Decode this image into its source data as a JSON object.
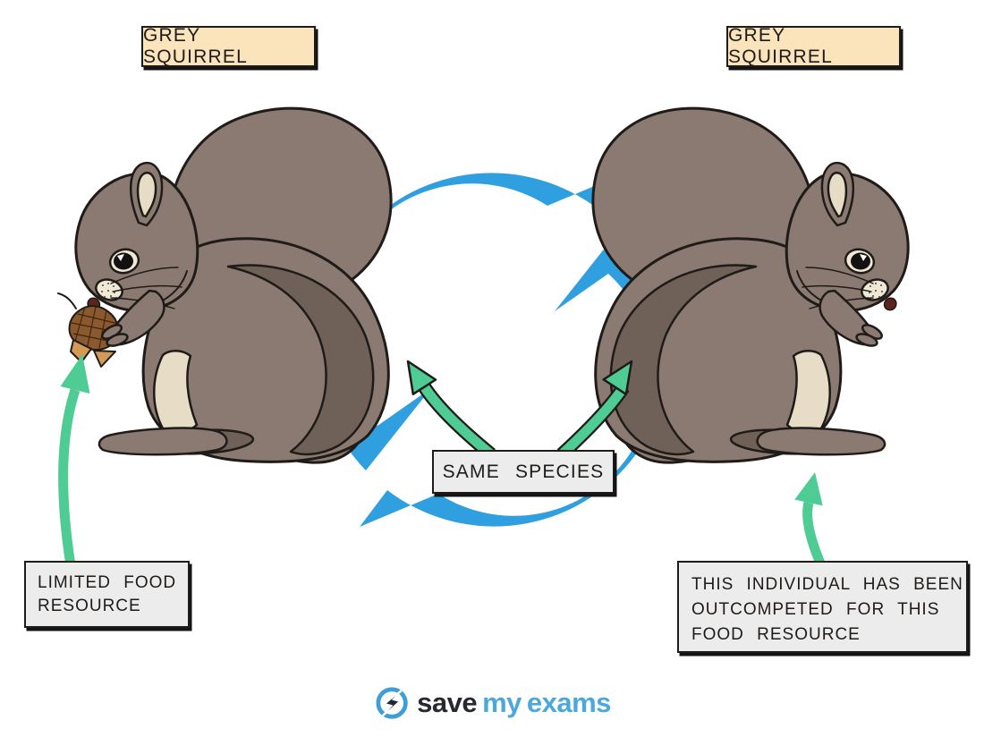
{
  "boxes": {
    "left_title": "GREY SQUIRREL",
    "right_title": "GREY SQUIRREL",
    "same_species": "SAME SPECIES",
    "limited_food": {
      "line1": "LIMITED FOOD",
      "line2": "RESOURCE"
    },
    "outcompeted": {
      "line1": "THIS INDIVIDUAL HAS BEEN",
      "line2": "OUTCOMPETED FOR THIS",
      "line3": "FOOD RESOURCE"
    }
  },
  "logo": {
    "save": "save",
    "my": "my",
    "exams": "exams"
  },
  "icons": {
    "cycle": "cycle-arrows-icon",
    "acorn": "acorn-icon",
    "left_arrow": "limited-food-arrow-icon",
    "right_arrow": "outcompeted-arrow-icon",
    "same_species_left_arrow": "same-species-arrow-left-icon",
    "same_species_right_arrow": "same-species-arrow-right-icon",
    "logo_bolt": "lightning-bolt-icon"
  },
  "colors": {
    "blue": "#309FE0",
    "green": "#4ECC94",
    "outline": "#1F1B18",
    "cream_box": "#FBE3BC",
    "grey_box": "#ECECEC",
    "squirrel_body": "#8A7A71",
    "squirrel_shadow": "#6F6058",
    "squirrel_belly": "#E7DCC5",
    "eye_ring": "#EFE8D5",
    "acorn_cap": "#8A5A2E",
    "acorn_body": "#D29A55",
    "mouth": "#5C241C",
    "logo_dark": "#26292E",
    "logo_blue": "#4BA7DC"
  }
}
